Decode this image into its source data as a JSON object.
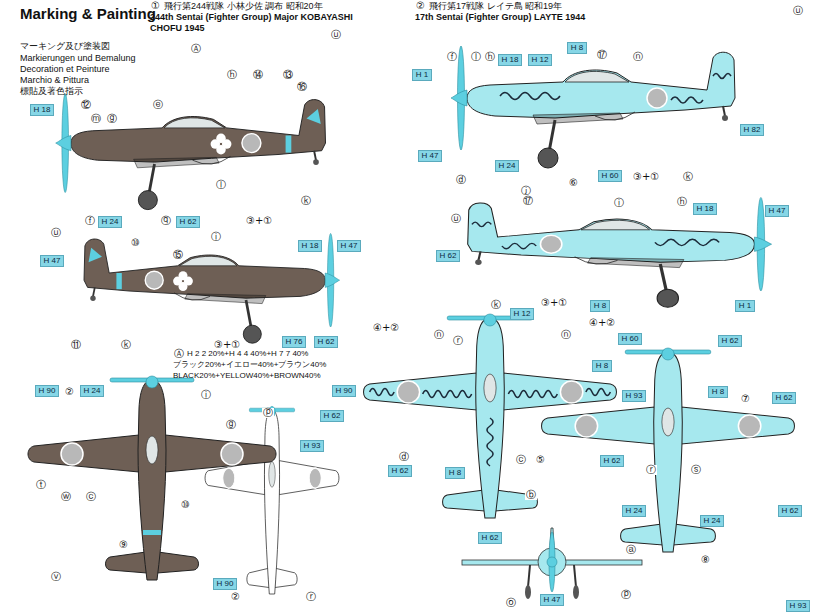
{
  "diagram": {
    "title": "Marking & Painting",
    "nodes": [
      {
        "text": [
          "H 18"
        ]
      },
      {
        "text": [
          "H 24"
        ]
      },
      {
        "text": [
          "H 62"
        ]
      },
      {
        "text": [
          "H 47"
        ]
      },
      {
        "text": [
          "H 8"
        ]
      },
      {
        "text": [
          "H 1"
        ]
      },
      {
        "text": [
          "H 18"
        ]
      },
      {
        "text": [
          "H 12"
        ]
      },
      {
        "text": [
          "H 47"
        ]
      },
      {
        "text": [
          "H 24"
        ]
      },
      {
        "text": [
          "H 60"
        ]
      },
      {
        "text": [
          "H 82"
        ]
      },
      {
        "text": [
          "H 18"
        ]
      },
      {
        "text": [
          "H 47"
        ]
      },
      {
        "text": [
          "H 76"
        ]
      },
      {
        "text": [
          "H 62"
        ]
      },
      {
        "text": [
          "H 47"
        ]
      },
      {
        "text": [
          "H 18"
        ]
      },
      {
        "text": [
          "H 62"
        ]
      },
      {
        "text": [
          "H 8"
        ]
      },
      {
        "text": [
          "H 1"
        ]
      },
      {
        "text": [
          "H 90"
        ]
      },
      {
        "text": [
          "H 24"
        ]
      },
      {
        "text": [
          "H 93"
        ]
      },
      {
        "text": [
          "H 62"
        ]
      },
      {
        "text": [
          "H 90"
        ]
      },
      {
        "text": [
          "H 12"
        ]
      },
      {
        "text": [
          "H 90"
        ]
      },
      {
        "text": [
          "H 62"
        ]
      },
      {
        "text": [
          "H 8"
        ]
      },
      {
        "text": [
          "H 62"
        ]
      },
      {
        "text": [
          "H 60"
        ]
      },
      {
        "text": [
          "H 8"
        ]
      },
      {
        "text": [
          "H 93"
        ]
      },
      {
        "text": [
          "H 62"
        ]
      },
      {
        "text": [
          "H 62"
        ]
      },
      {
        "text": [
          "H 8"
        ]
      },
      {
        "text": [
          "H 62"
        ]
      },
      {
        "text": [
          "H 24"
        ]
      },
      {
        "text": [
          "H 24"
        ]
      },
      {
        "text": [
          "H 62"
        ]
      },
      {
        "text": [
          "H 93"
        ]
      },
      {
        "text": [
          "H 47"
        ]
      }
    ],
    "labels": [
      "マーキング及び塗装図",
      "Markierungen und Bemalung",
      "Decoration et Peinture",
      "Marchio & Pittura",
      "標貼及著色指示",
      "①",
      "飛行第244戦隊 小林少佐 調布 昭和20年",
      "244th Sentai (Fighter Group) Major KOBAYASHI",
      "CHOFU 1945",
      "②",
      "飛行第17戦隊 レイテ島 昭和19年",
      "17th Sentai (Fighter Group) LAYTE 1944",
      "ⓤ",
      "Ⓐ",
      "ⓗ",
      "⑭",
      "⑬",
      "⑯",
      "ⓔ",
      "⑫",
      "ⓜ",
      "ⓖ",
      "ⓕ",
      "ⓠ",
      "③+①",
      "ⓚ",
      "ⓛ",
      "ⓤ",
      "ⓕ",
      "ⓛ",
      "ⓗ",
      "⑰",
      "ⓝ",
      "ⓓ",
      "ⓙ",
      "⑥",
      "③+①",
      "ⓚ",
      "ⓤ",
      "⑩",
      "⑮",
      "ⓘ",
      "⑪",
      "ⓚ",
      "③+①",
      "⑰",
      "ⓘ",
      "ⓗ",
      "ⓤ",
      "ⓚ",
      "③+①",
      "Ⓐ",
      "H 2 2 20%+H 4 4 40%+H 7 7 40%",
      "ブラック20%+イエロー40%+ブラウン40%",
      "BLACK20%+YELLOW40%+BROWN40%",
      "②",
      "ⓘ",
      "ⓟ",
      "ⓣ",
      "ⓦ",
      "ⓒ",
      "⑨",
      "ⓥ",
      "⑩",
      "ⓖ",
      "②",
      "ⓡ",
      "④+②",
      "ⓝ",
      "ⓡ",
      "ⓝ",
      "④+②",
      "ⓓ",
      "ⓒ",
      "⑤",
      "ⓑ",
      "⑦",
      "ⓢ",
      "ⓡ",
      "ⓐ",
      "⑧",
      "ⓞ",
      "ⓟ"
    ]
  }
}
